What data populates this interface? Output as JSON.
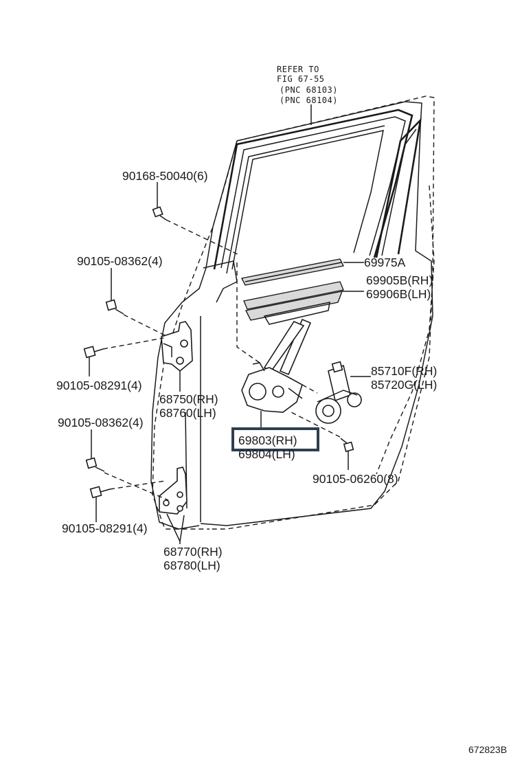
{
  "diagram": {
    "refer_note": {
      "line1": "REFER TO",
      "line2": "FIG 67-55",
      "line3": "(PNC 68103)",
      "line4": "(PNC 68104)"
    },
    "labels": {
      "bolt_90168": "90168-50040(6)",
      "bolt_90105_08362_a": "90105-08362(4)",
      "bolt_90105_08291_a": "90105-08291(4)",
      "bolt_90105_08362_b": "90105-08362(4)",
      "bolt_90105_08291_b": "90105-08291(4)",
      "bolt_90105_06260": "90105-06260(8)",
      "weatherstrip": "69975A",
      "channel_rh": "69905B(RH)",
      "channel_lh": "69906B(LH)",
      "motor_rh": "85710F(RH)",
      "motor_lh": "85720G(LH)",
      "upper_hinge_rh": "68750(RH)",
      "upper_hinge_lh": "68760(LH)",
      "regulator_rh": "69803(RH)",
      "regulator_lh": "69804(LH)",
      "lower_hinge_rh": "68770(RH)",
      "lower_hinge_lh": "68780(LH)"
    },
    "figure_id": "672823B",
    "highlight_color": "#2e3f4f"
  }
}
